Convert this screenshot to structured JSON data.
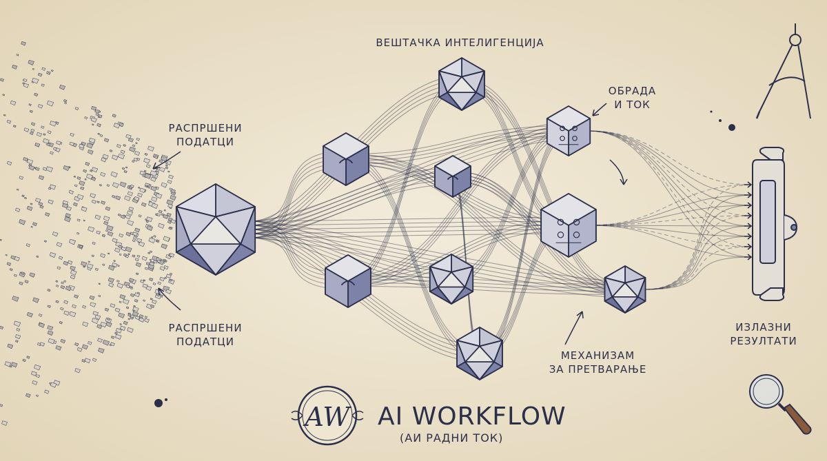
{
  "labels": {
    "ai": "ВЕШТАЧКА ИНТЕЛИГЕНЦИЈА",
    "processing": [
      "ОБРАДА",
      "И ТОК"
    ],
    "scattered_top": [
      "РАСПРШЕНИ",
      "ПОДАТЦИ"
    ],
    "scattered_bottom": [
      "РАСПРШЕНИ",
      "ПОДАТЦИ"
    ],
    "mechanism": [
      "МЕХАНИЗАМ",
      "ЗА ПРЕТВАРАЊЕ"
    ],
    "outputs": [
      "ИЗЛАЗНИ",
      "РЕЗУЛТАТИ"
    ]
  },
  "title": {
    "main": "AI WORKFLOW",
    "sub": "(АИ РАДНИ ТОК)",
    "monogram": "AW"
  },
  "colors": {
    "paper": "#efe6d2",
    "ink": "#2b2f4a",
    "shade": "#7d83a8",
    "light": "#cfd0dc"
  },
  "icons": [
    "compass-icon",
    "magnifier-icon",
    "connector-plug-icon",
    "monogram-emblem"
  ]
}
